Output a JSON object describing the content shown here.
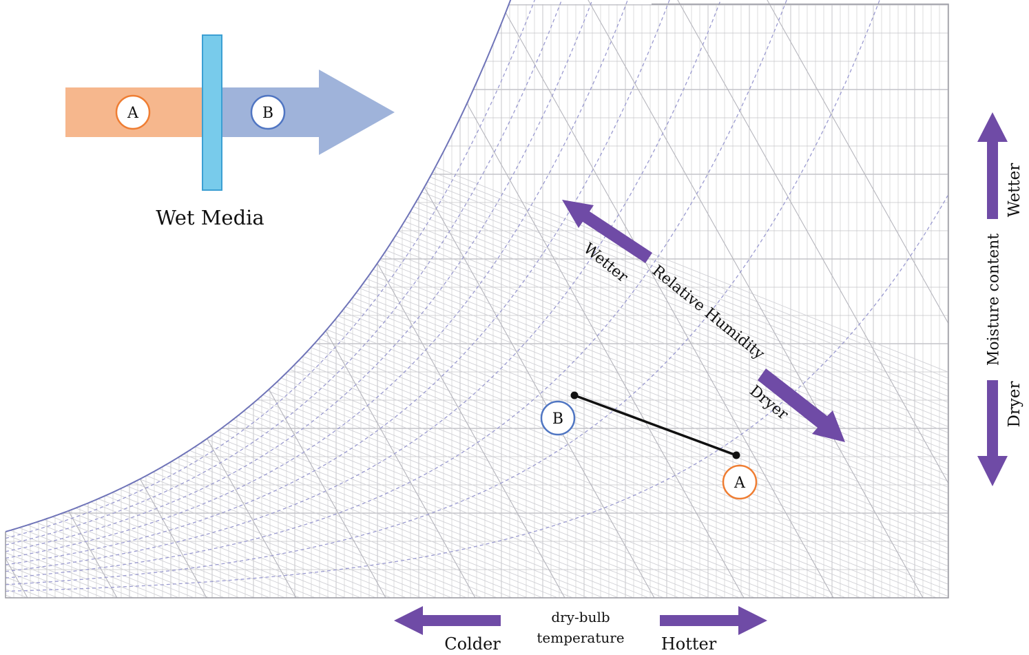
{
  "inset": {
    "stream_in_label": "A",
    "stream_out_label": "B",
    "media_label": "Wet Media",
    "colors": {
      "stream_in": "#f6b78d",
      "stream_out": "#9fb3da",
      "media": "#78cbeb",
      "media_border": "#3b9fd3"
    }
  },
  "chart": {
    "point_a_label": "A",
    "point_b_label": "B",
    "rh_label": "Relative Humidity",
    "rh_wetter": "Wetter",
    "rh_dryer": "Dryer",
    "moisture_label": "Moisture content",
    "moisture_wetter": "Wetter",
    "moisture_dryer": "Dryer",
    "temp_label_line1": "dry-bulb",
    "temp_label_line2": "temperature",
    "temp_colder": "Colder",
    "temp_hotter": "Hotter",
    "colors": {
      "arrow": "#6f4ba6",
      "saturation_curve": "#6f74b8",
      "grid": "#c4c4c8",
      "enthalpy_lines": "#cfcfd4",
      "wet_bulb_lines": "#b5b5bc",
      "rh_curves": "#9a9ad0",
      "point_a": "#ef7d32",
      "point_b": "#4f75c2",
      "process_line": "#111111"
    }
  }
}
